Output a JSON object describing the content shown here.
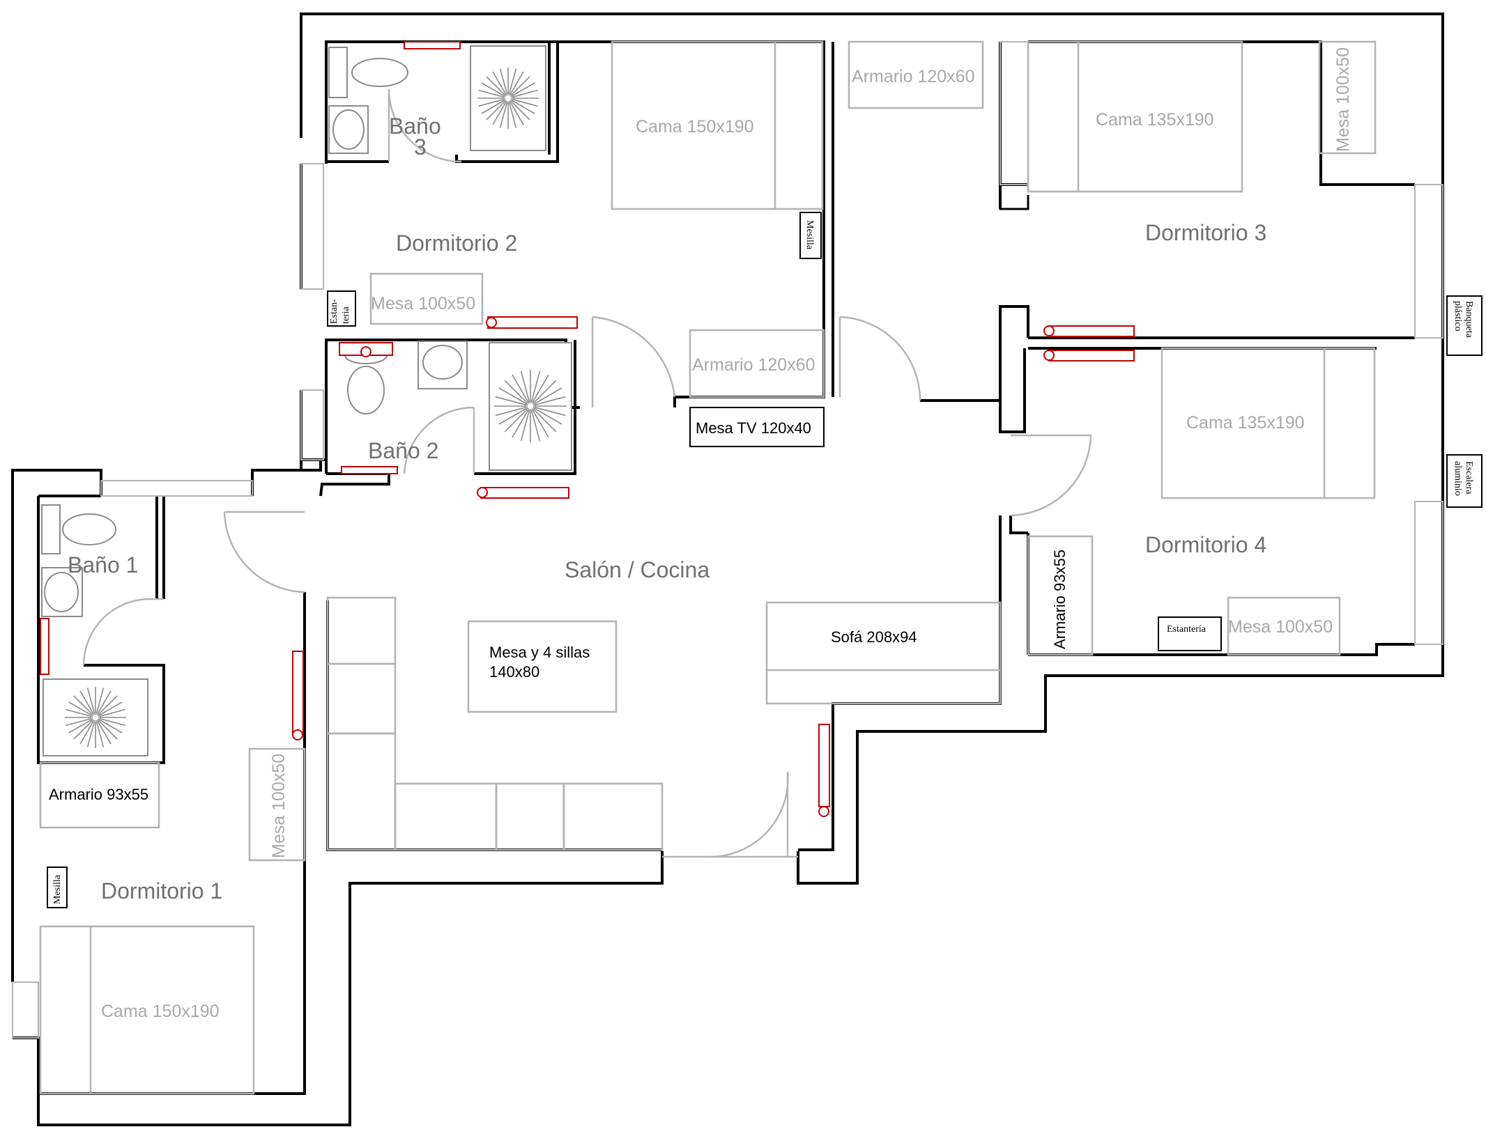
{
  "rooms": {
    "bano3_line1": "Baño",
    "bano3_line2": "3",
    "dormitorio2": "Dormitorio 2",
    "dormitorio3": "Dormitorio 3",
    "dormitorio4": "Dormitorio  4",
    "bano2": "Baño 2",
    "bano1": "Baño 1",
    "salon": "Salón / Cocina",
    "dormitorio1": "Dormitorio  1"
  },
  "furniture": {
    "d2_cama": "Cama 150x190",
    "d2_mesilla": "Mesilla",
    "d2_mesa": "Mesa 100x50",
    "d2_estanteria": "Estan-teria",
    "d2_armario": "Armario 120x60",
    "d3_armario": "Armario 120x60",
    "d3_cama": "Cama 135x190",
    "d3_mesa": "Mesa 100x50",
    "banqueta": "Banqueta plástico",
    "mesa_tv": "Mesa TV 120x40",
    "d4_cama": "Cama 135x190",
    "escalera": "Escalera aluminio",
    "d4_armario": "Armario 93x55",
    "d4_estanteria": "Estantería",
    "d4_mesa": "Mesa 100x50",
    "sofa": "Sofá 208x94",
    "mesa_sillas_line1": "Mesa y 4 sillas",
    "mesa_sillas_line2": "140x80",
    "d1_armario": "Armario 93x55",
    "d1_mesa": "Mesa 100x50",
    "d1_mesilla": "Mesilla",
    "d1_cama": "Cama 150x190"
  },
  "colors": {
    "wall": "#000000",
    "furniture": "#b3b3b3",
    "radiator": "#c00000",
    "room_label": "#707070"
  }
}
